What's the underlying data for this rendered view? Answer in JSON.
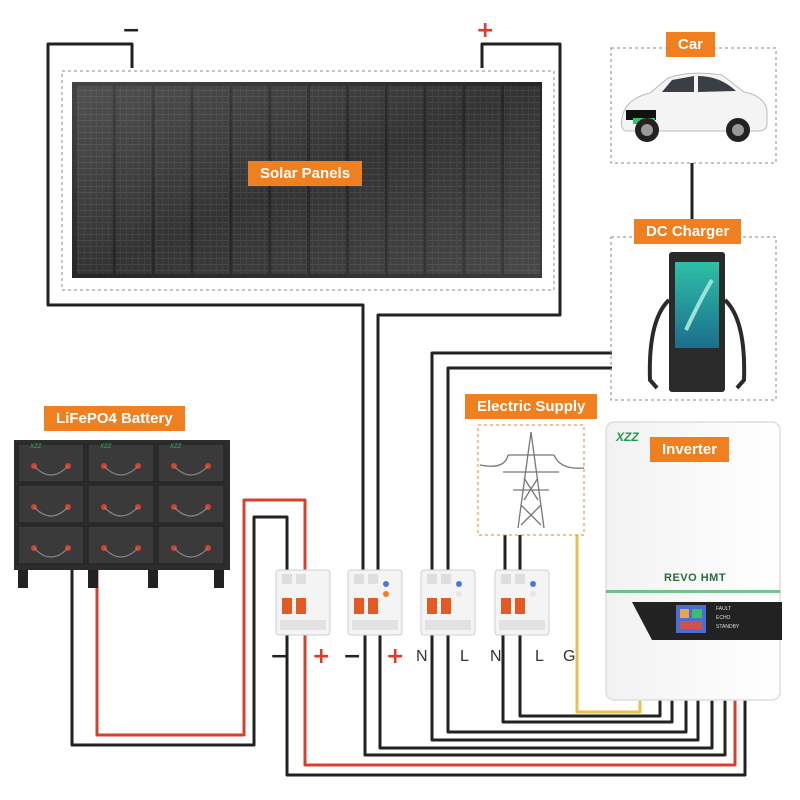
{
  "labels": {
    "car": "Car",
    "dc_charger": "DC Charger",
    "solar_panels": "Solar Panels",
    "battery": "LiFePO4 Battery",
    "electric_supply": "Electric Supply",
    "inverter": "Inverter"
  },
  "panel_polarity": {
    "minus": "−",
    "plus": "+"
  },
  "breaker_terminals": {
    "b1_minus": "−",
    "b1_plus": "+",
    "b2_minus": "−",
    "b2_plus": "+",
    "b3_n": "N",
    "b3_l": "L",
    "b4_n": "N",
    "b4_l": "L",
    "b4_g": "G"
  },
  "inverter_device": {
    "brand": "XZZ",
    "model": "REVO HMT",
    "buttons": [
      "FAULT",
      "ECHO",
      "STANDBY"
    ]
  },
  "wire_colors": {
    "black": "#222222",
    "red": "#d6402f",
    "yellow": "#e8c04a",
    "accent": "#f0801f"
  }
}
